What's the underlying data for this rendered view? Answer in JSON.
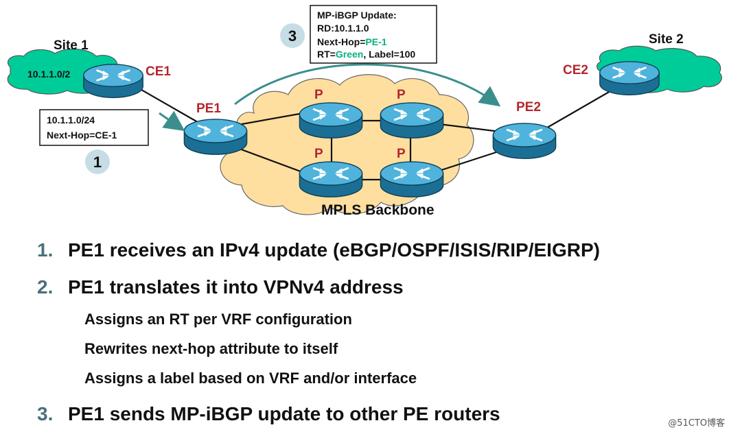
{
  "diagram": {
    "site1_label": "Site 1",
    "site1_prefix": "10.1.1.0/2",
    "site2_label": "Site 2",
    "ce1_label": "CE1",
    "ce2_label": "CE2",
    "pe1_label": "PE1",
    "pe2_label": "PE2",
    "p_label": "P",
    "backbone_label": "MPLS Backbone",
    "step1_number": "1",
    "step3_number": "3",
    "update_box": {
      "line1": "10.1.1.0/24",
      "line2": "Next-Hop=CE-1"
    },
    "mpbgp_box": {
      "line1": "MP-iBGP Update:",
      "line2": "RD:10.1.1.0",
      "nh_prefix": "Next-Hop=",
      "nh_value": "PE-1",
      "rt_prefix": "RT=",
      "rt_value": "Green",
      "rt_suffix": ", Label=100"
    },
    "colors": {
      "cloud_site": "#00cc99",
      "cloud_backbone": "#ffdfa0",
      "router_blue": "#2a8fb8",
      "label_red": "#b3262e",
      "arrow_teal": "#3a8f8c",
      "highlight_green": "#00b380",
      "step_circle": "#c6dde5"
    }
  },
  "steps": [
    {
      "number": "1.",
      "text": "PE1 receives an IPv4 update (eBGP/OSPF/ISIS/RIP/EIGRP)"
    },
    {
      "number": "2.",
      "text": "PE1 translates it into VPNv4 address"
    },
    {
      "number": "3.",
      "text": "PE1 sends MP-iBGP update to other PE routers"
    }
  ],
  "substeps": [
    "Assigns an RT per VRF configuration",
    "Rewrites next-hop attribute to itself",
    "Assigns a label based on VRF and/or interface"
  ],
  "watermark": "@51CTO博客"
}
